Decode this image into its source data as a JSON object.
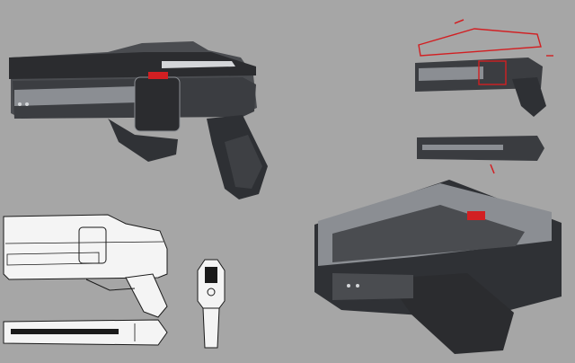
{
  "sheet": {
    "background": "#a6a6a6",
    "palette": {
      "body_dark": "#2b2c2f",
      "body_mid": "#4a4c50",
      "body_light": "#8b8e93",
      "highlight": "#d4d6d9",
      "accent_red": "#d21f22",
      "line_art": "#1a1a1a",
      "paper": "#f4f4f4"
    },
    "views": [
      {
        "id": "side-render",
        "icon": "pistol-side-view"
      },
      {
        "id": "exploded-detail",
        "icon": "slide-exploded-view"
      },
      {
        "id": "top-detail",
        "icon": "pistol-top-view"
      },
      {
        "id": "perspective-render",
        "icon": "pistol-perspective-view"
      },
      {
        "id": "lineart-side",
        "icon": "pistol-lineart-side"
      },
      {
        "id": "lineart-front",
        "icon": "pistol-lineart-front"
      },
      {
        "id": "lineart-top",
        "icon": "pistol-lineart-top"
      }
    ]
  }
}
